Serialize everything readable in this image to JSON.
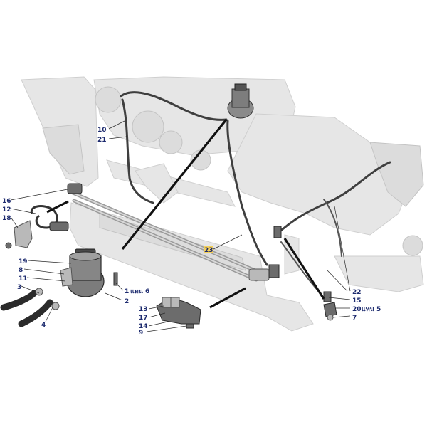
{
  "callouts": [
    {
      "id": "c10",
      "label": "10"
    },
    {
      "id": "c21",
      "label": "21"
    },
    {
      "id": "c16",
      "label": "16"
    },
    {
      "id": "c12",
      "label": "12"
    },
    {
      "id": "c18",
      "label": "18"
    },
    {
      "id": "c19",
      "label": "19"
    },
    {
      "id": "c8",
      "label": "8"
    },
    {
      "id": "c11",
      "label": "11"
    },
    {
      "id": "c3",
      "label": "3"
    },
    {
      "id": "c4",
      "label": "4"
    },
    {
      "id": "c1",
      "label": "1",
      "suffix": "แทน 6"
    },
    {
      "id": "c2",
      "label": "2"
    },
    {
      "id": "c13",
      "label": "13"
    },
    {
      "id": "c17",
      "label": "17"
    },
    {
      "id": "c14",
      "label": "14"
    },
    {
      "id": "c9",
      "label": "9"
    },
    {
      "id": "c23",
      "label": "23",
      "highlighted": true
    },
    {
      "id": "c22",
      "label": "22"
    },
    {
      "id": "c15",
      "label": "15"
    },
    {
      "id": "c20",
      "label": "20",
      "suffix": "แทน 5"
    },
    {
      "id": "c7",
      "label": "7"
    }
  ],
  "colors": {
    "callout_text": "#1c2a6e",
    "highlight": "#f5d15a",
    "ghost_body": "#e6e6e6"
  }
}
